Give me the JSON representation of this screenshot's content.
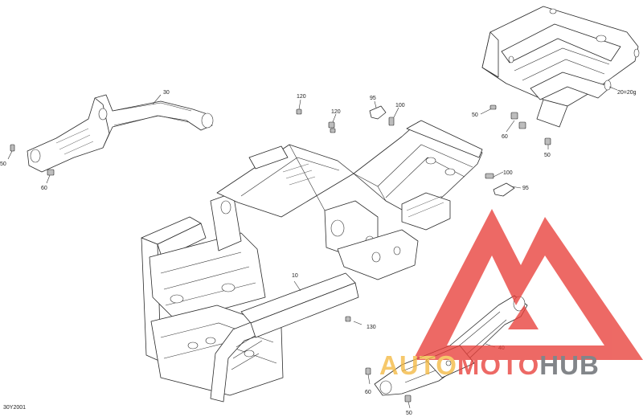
{
  "diagram": {
    "code": "30Y2001",
    "callouts": [
      {
        "id": "c30",
        "text": "30"
      },
      {
        "id": "c50a",
        "text": "50"
      },
      {
        "id": "c60a",
        "text": "60"
      },
      {
        "id": "c120a",
        "text": "120"
      },
      {
        "id": "c120b",
        "text": "120"
      },
      {
        "id": "c95a",
        "text": "95"
      },
      {
        "id": "c100a",
        "text": "100"
      },
      {
        "id": "c50b",
        "text": "50"
      },
      {
        "id": "c60b",
        "text": "60"
      },
      {
        "id": "c50c",
        "text": "50"
      },
      {
        "id": "c20",
        "text": "20=20g"
      },
      {
        "id": "c100b",
        "text": "100"
      },
      {
        "id": "c95b",
        "text": "95"
      },
      {
        "id": "c10",
        "text": "10"
      },
      {
        "id": "c130",
        "text": "130"
      },
      {
        "id": "c40",
        "text": "40"
      },
      {
        "id": "c60c",
        "text": "60"
      },
      {
        "id": "c50d",
        "text": "50"
      }
    ]
  },
  "watermark": {
    "part1": "AUTO",
    "part2": "MOTO",
    "part3": "HUB",
    "colors": {
      "logo": "#e8403a",
      "auto": "#f4b942",
      "moto": "#e8403a",
      "hub": "#5f6368"
    }
  }
}
